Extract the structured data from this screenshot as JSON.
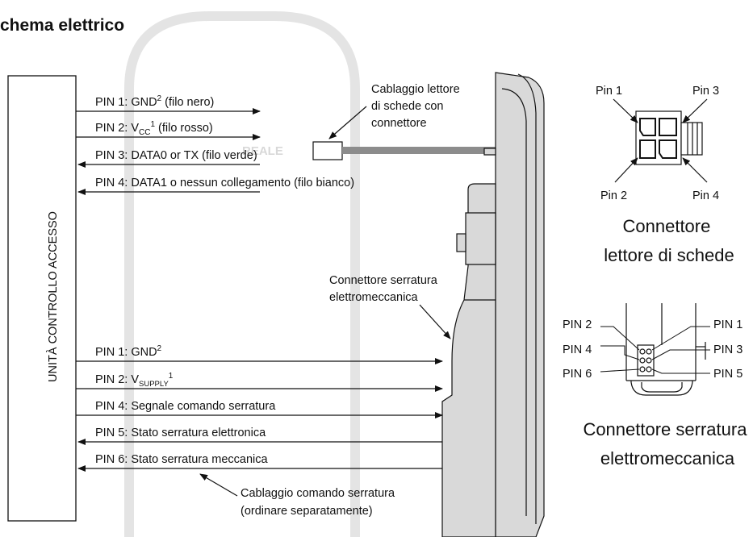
{
  "title": "chema elettrico",
  "access_unit_label": "UNITÀ CONTROLLO ACCESSO",
  "watermark": "REALE",
  "reader_pins": {
    "pin1": {
      "prefix": "PIN 1: GND",
      "sup": "2",
      "suffix": " (filo nero)"
    },
    "pin2": {
      "prefix": "PIN 2: V",
      "sub": "CC",
      "sup": "1",
      "suffix": " (filo rosso)"
    },
    "pin3": {
      "text": "PIN 3: DATA0 or TX (filo verde)"
    },
    "pin4": {
      "text": "PIN 4: DATA1 o nessun collegamento  (filo bianco)"
    }
  },
  "reader_cable_label": [
    "Cablaggio lettore",
    "di schede con",
    "connettore"
  ],
  "lock_pins": {
    "pin1": {
      "prefix": "PIN 1: GND",
      "sup": "2"
    },
    "pin2": {
      "prefix": "PIN 2: V",
      "sub": "SUPPLY",
      "sup": "1"
    },
    "pin4": {
      "text": "PIN 4: Segnale comando serratura"
    },
    "pin5": {
      "text": "PIN 5: Stato serratura elettronica"
    },
    "pin6": {
      "text": "PIN 6: Stato serratura meccanica"
    }
  },
  "lock_connector_callout": [
    "Connettore serratura",
    "elettromeccanica"
  ],
  "lock_cable_label": [
    "Cablaggio comando serratura",
    "(ordinare separatamente)"
  ],
  "reader_connector": {
    "pins": [
      "Pin 1",
      "Pin 3",
      "Pin 2",
      "Pin 4"
    ],
    "caption": [
      "Connettore",
      "lettore di schede"
    ]
  },
  "lock_connector": {
    "pins_left": [
      "PIN 2",
      "PIN 4",
      "PIN 6"
    ],
    "pins_right": [
      "PIN 1",
      "PIN 3",
      "PIN 5"
    ],
    "caption": [
      "Connettore serratura",
      "elettromeccanica"
    ]
  },
  "colors": {
    "line": "#111111",
    "device_fill": "#d9d9d9",
    "cable": "#8c8c8c",
    "watermark": "#e2e2e2"
  }
}
